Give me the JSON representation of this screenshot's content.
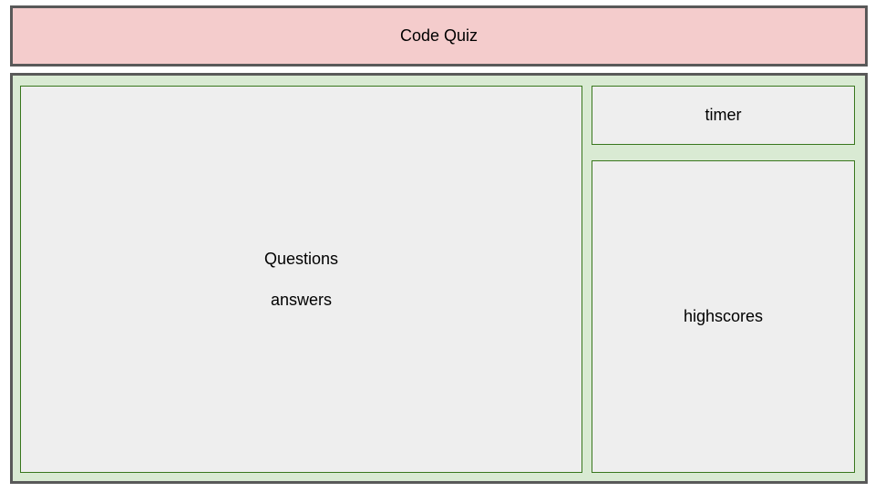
{
  "header": {
    "title": "Code Quiz"
  },
  "questions_panel": {
    "questions_label": "Questions",
    "answers_label": "answers"
  },
  "timer_panel": {
    "label": "timer"
  },
  "highscores_panel": {
    "label": "highscores"
  },
  "colors": {
    "header_fill": "#f4cccc",
    "main_fill": "#d9ead3",
    "panel_fill": "#eeeeee",
    "outer_border": "#595959",
    "panel_border": "#38761d"
  }
}
